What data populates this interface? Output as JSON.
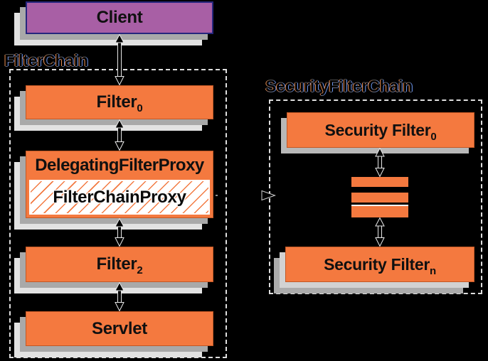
{
  "client": {
    "label": "Client"
  },
  "filter_chain": {
    "title": "FilterChain",
    "filter0": {
      "base": "Filter",
      "sub": "0"
    },
    "delegating_filter_proxy": {
      "label": "DelegatingFilterProxy"
    },
    "filter_chain_proxy": {
      "label": "FilterChainProxy"
    },
    "filter2": {
      "base": "Filter",
      "sub": "2"
    },
    "servlet": {
      "label": "Servlet"
    }
  },
  "security_filter_chain": {
    "title": "SecurityFilterChain",
    "filter0": {
      "base": "Security Filter",
      "sub": "0"
    },
    "filtern": {
      "base": "Security Filter",
      "sub": "n"
    }
  },
  "icons": {
    "vertical_connector": "double-headed-arrow",
    "chain_link": "open-right-arrowhead",
    "ellipsis": "stacked-orange-bars"
  },
  "colors": {
    "background": "#000000",
    "box_orange": "#f4793f",
    "box_orange_border": "#b24e1e",
    "client_purple": "#a85fa5",
    "client_border": "#26267d",
    "shadow_gray": "#a9a9a9",
    "shadow_light": "#e2e2e2",
    "dashed_border": "#dedede",
    "hatch_orange": "#f27338",
    "arrow_outline": "#e8e8e8",
    "text": "#101010"
  }
}
